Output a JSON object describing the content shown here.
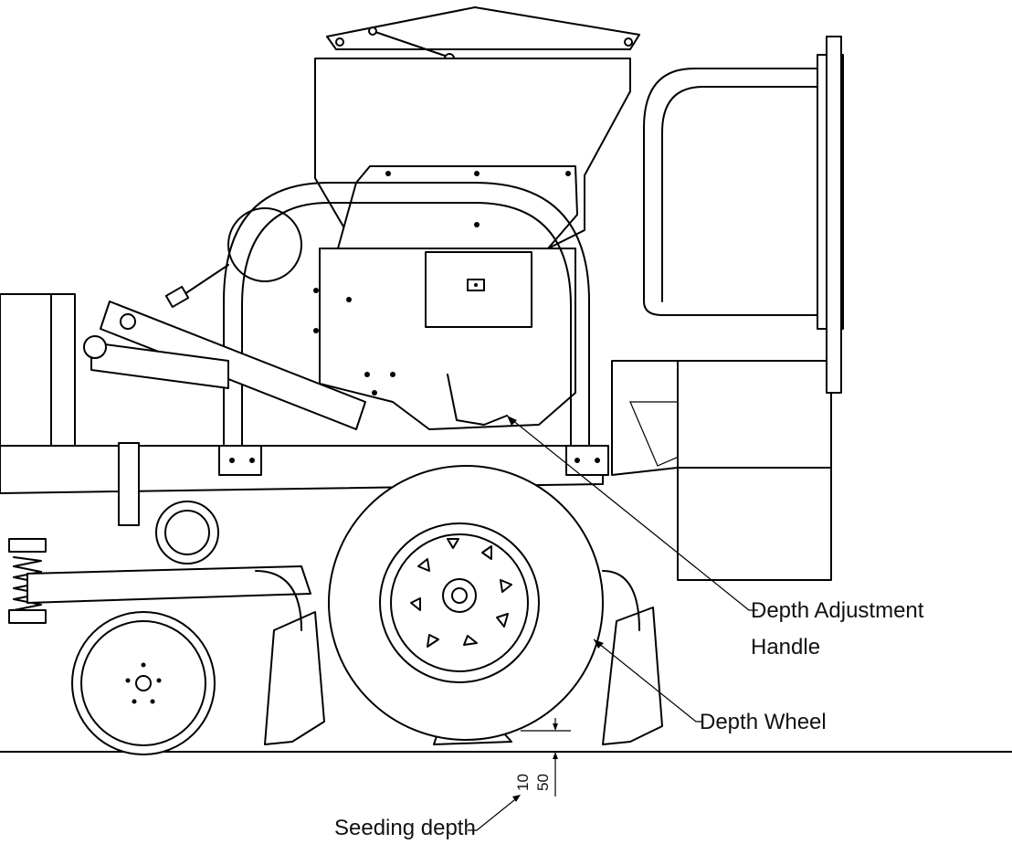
{
  "labels": {
    "depth_adjustment_line1": "Depth Adjustment",
    "depth_adjustment_line2": "Handle",
    "depth_wheel": "Depth Wheel",
    "seeding_depth": "Seeding depth"
  },
  "dimension": {
    "min": "10",
    "max": "50"
  }
}
